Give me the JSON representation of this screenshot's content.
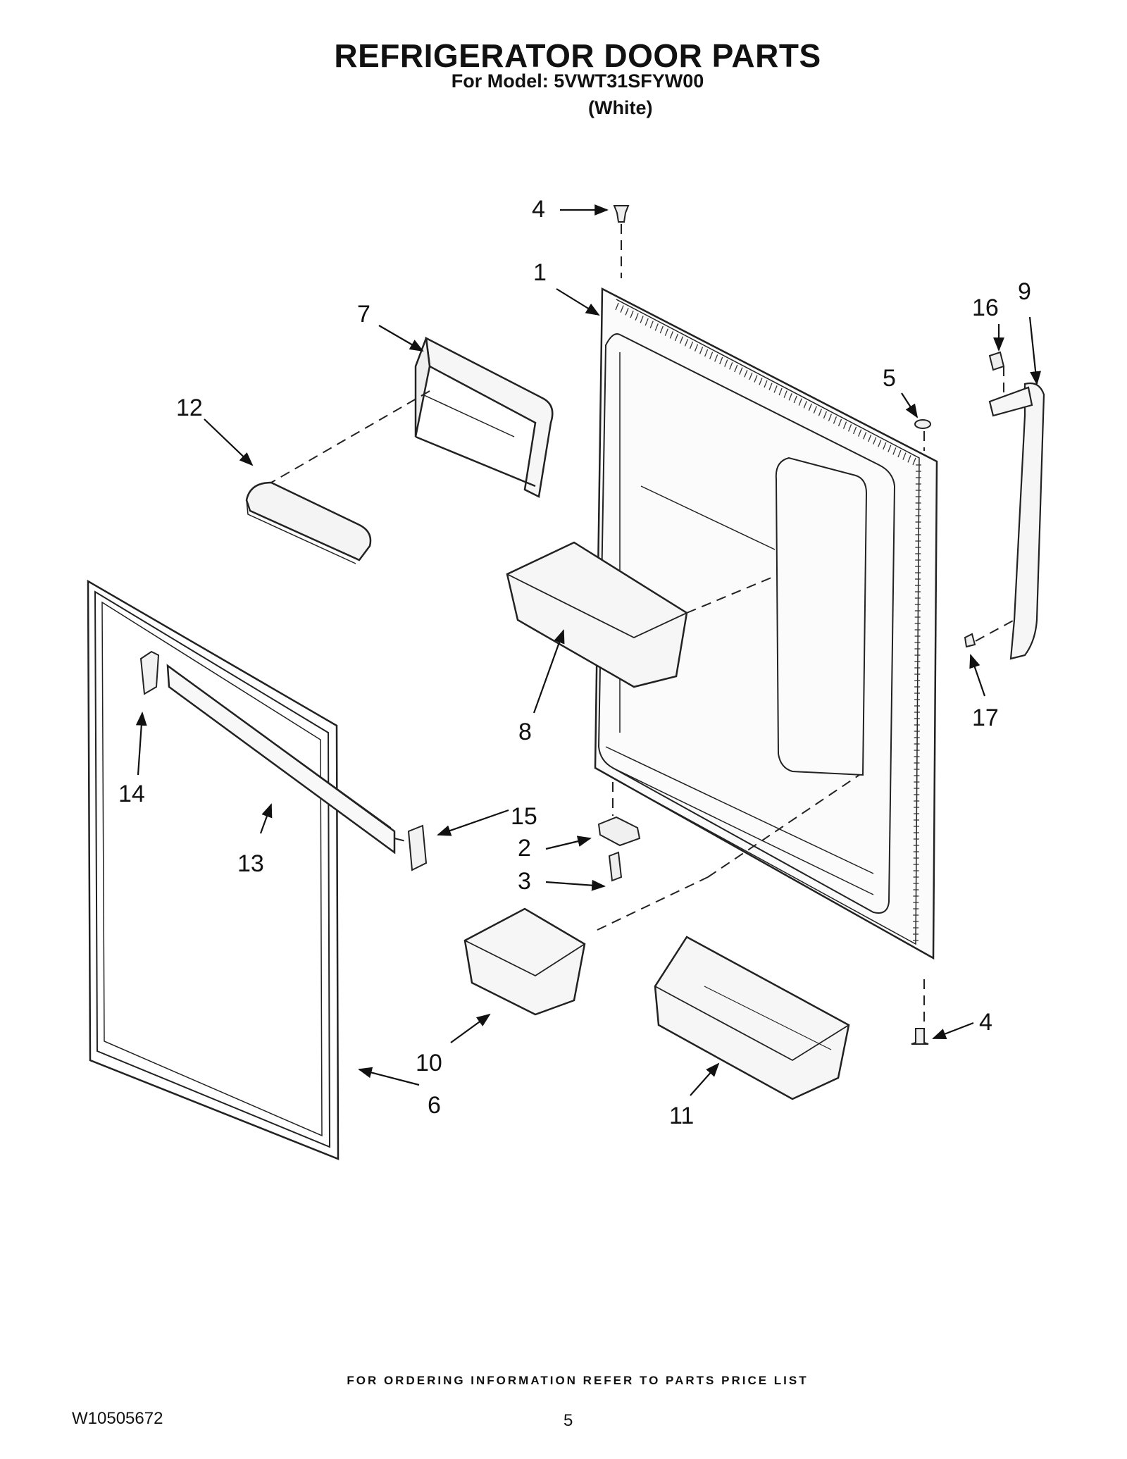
{
  "header": {
    "title": "REFRIGERATOR DOOR PARTS",
    "model_line": "For Model: 5VWT31SFYW00",
    "color_line": "(White)"
  },
  "callouts": [
    "1",
    "2",
    "3",
    "4",
    "4",
    "5",
    "6",
    "7",
    "8",
    "9",
    "10",
    "11",
    "12",
    "13",
    "14",
    "15",
    "16",
    "17"
  ],
  "footer": {
    "ordering_note": "FOR ORDERING INFORMATION REFER TO PARTS PRICE LIST",
    "doc_number": "W10505672",
    "page_number": "5"
  }
}
